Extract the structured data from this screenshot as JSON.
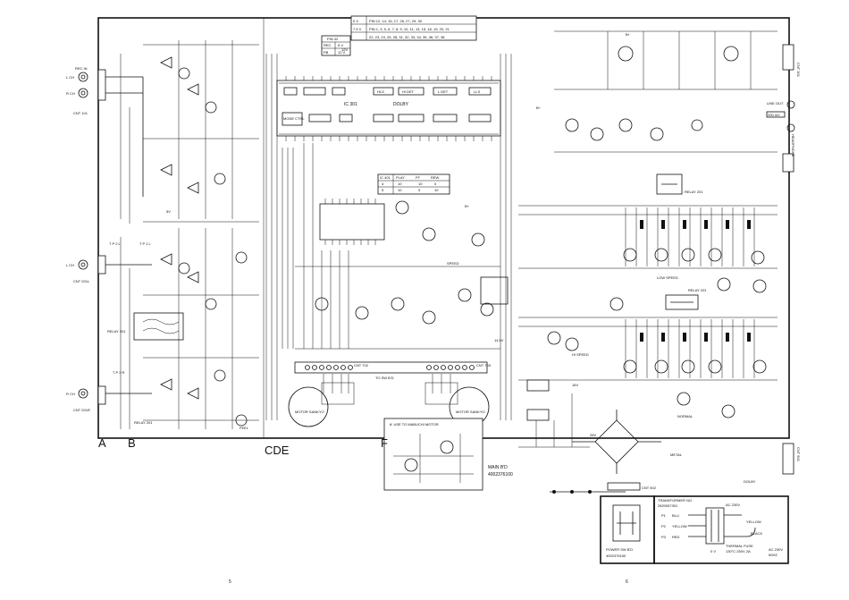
{
  "section_labels": [
    "A",
    "B",
    "CDE",
    "F"
  ],
  "page_numbers": [
    "5",
    "6"
  ],
  "connectors": {
    "cnt101": "CNT 101",
    "cnt201_l": "CNT 201L",
    "cnt201r": "CNT 201R",
    "cnt702": "CNT 702",
    "cnt703": "CNT 703",
    "cnt301": "CNT 301",
    "cnt501": "CNT 501",
    "cnt502": "CNT 502"
  },
  "channel_labels": {
    "l_ch": "L CH",
    "r_ch": "R CH",
    "rec_in": "REC IN",
    "line_out": "LINE OUT",
    "line_out_value": "200 mV",
    "headphone": "HEADPHONE"
  },
  "ic_labels": {
    "ic301": "IC 301",
    "dolby": "DOLBY",
    "mode_ctrl": "MODE CTRL",
    "hls": "HLS",
    "hi_det": "HI DET",
    "l_det": "L DET",
    "lls": "LLS",
    "ic_table_title": "IC 401"
  },
  "pin_tables": {
    "top_rows": [
      [
        "0 V",
        "PIN 12, 14, 16, 17, 26, 27, 29, 30"
      ],
      [
        "7.5 V",
        "PIN 1, 3, 5, 6, 7, 8, 9, 10, 11, 13, 15, 18, 19, 20, 21"
      ],
      [
        "",
        "22, 23, 24, 25, 28, 31, 32, 33, 34, 35, 36, 37, 38"
      ]
    ],
    "pin42": [
      [
        "PIN 42"
      ],
      [
        "REC",
        "5 V"
      ],
      [
        "PB",
        "12 V"
      ]
    ],
    "ic_rows": [
      [
        "PLAY",
        "FF",
        "REW"
      ],
      [
        "4",
        "10",
        "10",
        "0"
      ],
      [
        "5",
        "10",
        "0",
        "10"
      ]
    ]
  },
  "motor_labels": [
    "MOTOR SANKYO",
    "MOTOR SANKYO"
  ],
  "motor_note": "8: USE TO MABUCHI MOTOR",
  "to_sw_bd": "TO SW B'D",
  "main_bd": "MAIN B'D",
  "main_bd_part": "4002376100",
  "transformer": {
    "title": "TRANSFORMER NO.",
    "part": "2820057301",
    "ac_label": "AC 230V",
    "p1": "P1",
    "p2": "P2",
    "p3": "P3",
    "colors": [
      "BLU",
      "YELLOW",
      "RED"
    ],
    "yellow": "YELLOW",
    "black": "BLACK",
    "ov": "0 V",
    "fuse_title": "THERMAL FUSE",
    "fuse_spec": "130°C  250V 2A",
    "mains": "AC 230V",
    "mains_hz": "50HZ"
  },
  "power_sw": {
    "label": "POWER SW B'D",
    "part": "4002376150"
  },
  "relay_labels": [
    "RELAY 201",
    "RELAY 201",
    "RELAY 201",
    "RELAY 201"
  ],
  "switch_labels": [
    "LOW SPEED",
    "HI SPEED",
    "NORMAL",
    "METAL",
    "DOLBY"
  ],
  "misc_labels": [
    "T P 2 R",
    "T P 2 L",
    "T P 1 L",
    "SPEED",
    "B+",
    "B+",
    "B+",
    "28V",
    "14.5V",
    "16V",
    "12V",
    "5V",
    "FEEL"
  ]
}
